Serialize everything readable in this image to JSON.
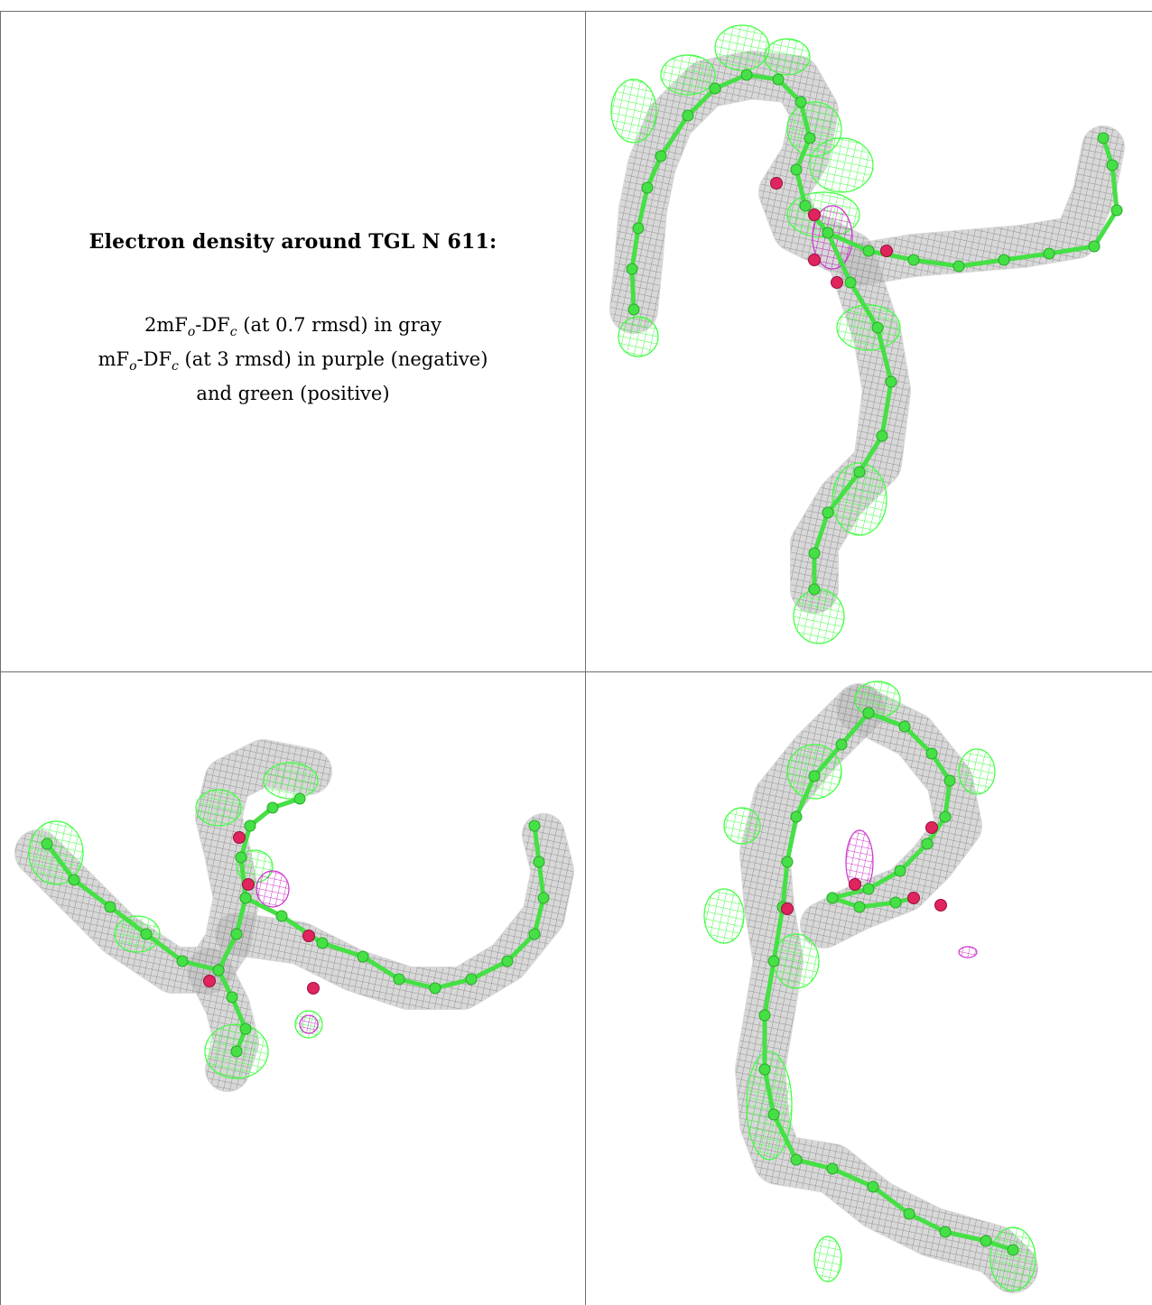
{
  "legend": {
    "title": "Electron density around TGL N 611:",
    "line1": {
      "a": "2mF",
      "o": "o",
      "b": "-DF",
      "c": "c",
      "rest": " (at 0.7 rmsd) in gray"
    },
    "line2": {
      "a": "mF",
      "o": "o",
      "b": "-DF",
      "c": "c",
      "rest": " (at 3 rmsd) in purple (negative)"
    },
    "line3": "and green (positive)"
  },
  "colors": {
    "mesh_2fofc": "#8c8c8c",
    "mesh_fofc_positive": "#3cff3c",
    "mesh_fofc_negative": "#cc33cc",
    "carbon": "#45e045",
    "oxygen": "#e0245e",
    "grid_line": "#6f6f6f"
  },
  "panels": [
    {
      "name": "view-top-right"
    },
    {
      "name": "view-bottom-left"
    },
    {
      "name": "view-bottom-right"
    }
  ]
}
